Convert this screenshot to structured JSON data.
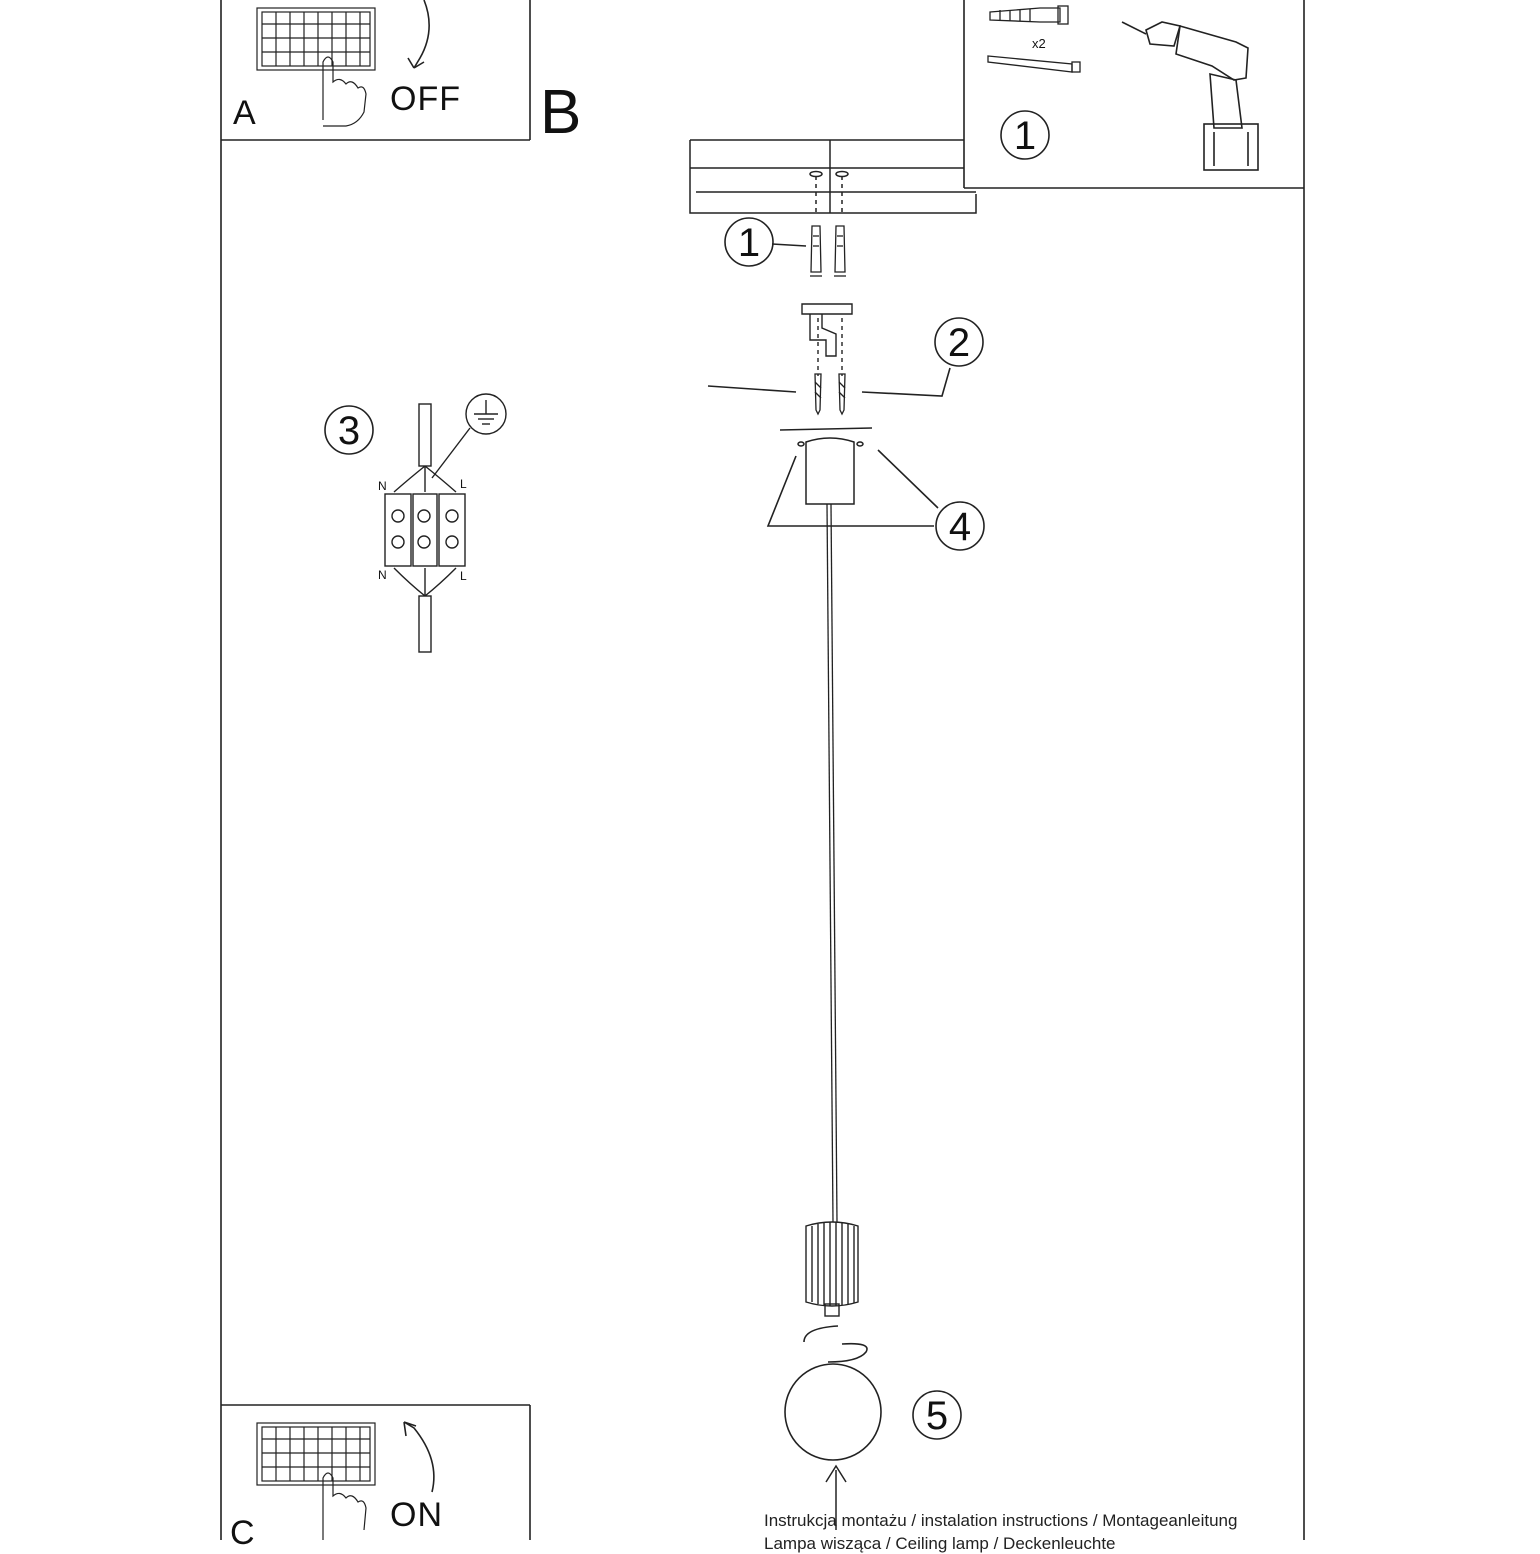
{
  "panels": {
    "a": {
      "letter": "A",
      "state": "OFF"
    },
    "b": {
      "letter": "B"
    },
    "c": {
      "letter": "C",
      "state": "ON"
    }
  },
  "tools": {
    "step": "1",
    "quantity": "x2"
  },
  "wiring": {
    "step": "3",
    "neutral": "N",
    "live": "L"
  },
  "assembly": {
    "step_anchors": "1",
    "step_bracket": "2",
    "step_canopy": "4",
    "step_bulb": "5"
  },
  "footer": {
    "line1": "Instrukcja montażu / instalation instructions / Montageanleitung",
    "line2": "Lampa wisząca / Ceiling lamp / Deckenleuchte"
  }
}
